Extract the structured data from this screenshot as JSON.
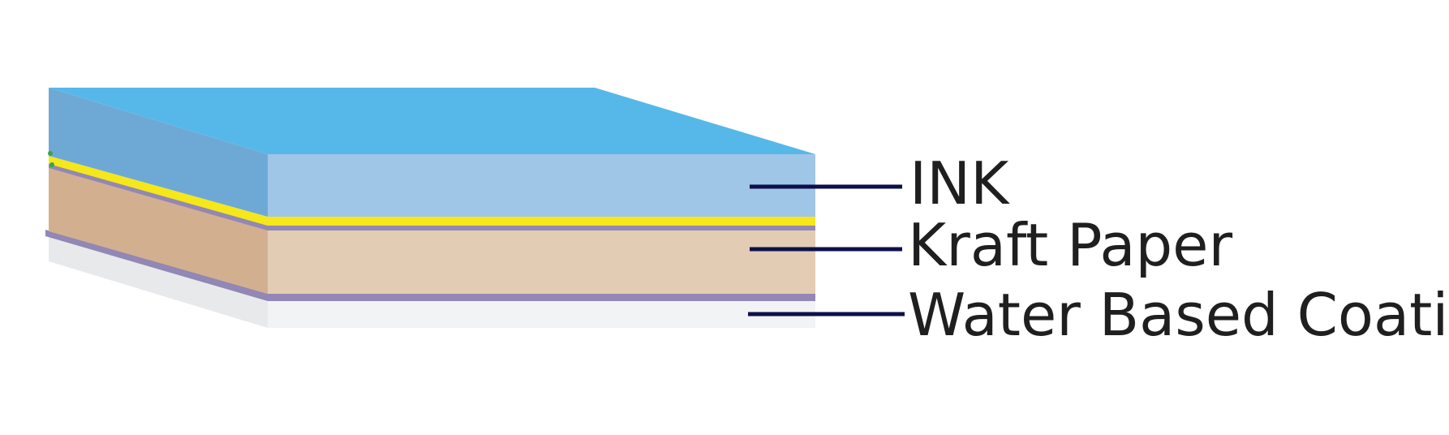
{
  "layers": [
    {
      "id": "ink",
      "label": "INK"
    },
    {
      "id": "kraft-paper",
      "label": "Kraft Paper"
    },
    {
      "id": "water-based-coating",
      "label": "Water Based Coating"
    }
  ],
  "colors": {
    "ink_top": "#56b8e8",
    "ink_front": "#9fc6e7",
    "ink_side": "#6ea9d6",
    "adhesive": "#f5e71a",
    "kraft_front": "#e2ccb4",
    "kraft_side": "#d2b08f",
    "separator": "#9287b5",
    "coating_front": "#f2f3f4",
    "coating_side": "#e8e9eb",
    "leader_line": "#0e0f4a",
    "label_text": "#1f1f1f"
  }
}
